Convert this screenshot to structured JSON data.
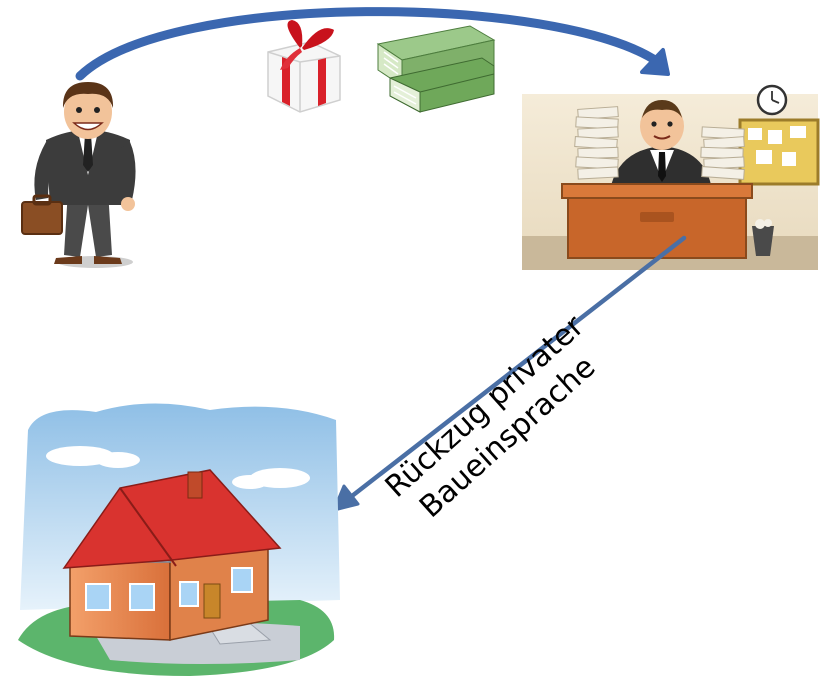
{
  "figure": {
    "caption_line1": "Rückzug privater",
    "caption_line2": "Baueinsprache"
  },
  "nodes": [
    {
      "id": "businessman",
      "icon": "businessman-with-briefcase-icon"
    },
    {
      "id": "gift",
      "icon": "gift-box-icon"
    },
    {
      "id": "money",
      "icon": "euro-banknotes-icon"
    },
    {
      "id": "official",
      "icon": "official-at-desk-icon"
    },
    {
      "id": "house",
      "icon": "house-icon"
    }
  ],
  "colors": {
    "arrow_curve": "#3b67b0",
    "arrow_diagonal": "#4a6fa5",
    "desk": "#c8662a",
    "roof": "#d9332f",
    "wall": "#e8884a",
    "sky": "#bcd8ee",
    "grass": "#5cb56c"
  }
}
